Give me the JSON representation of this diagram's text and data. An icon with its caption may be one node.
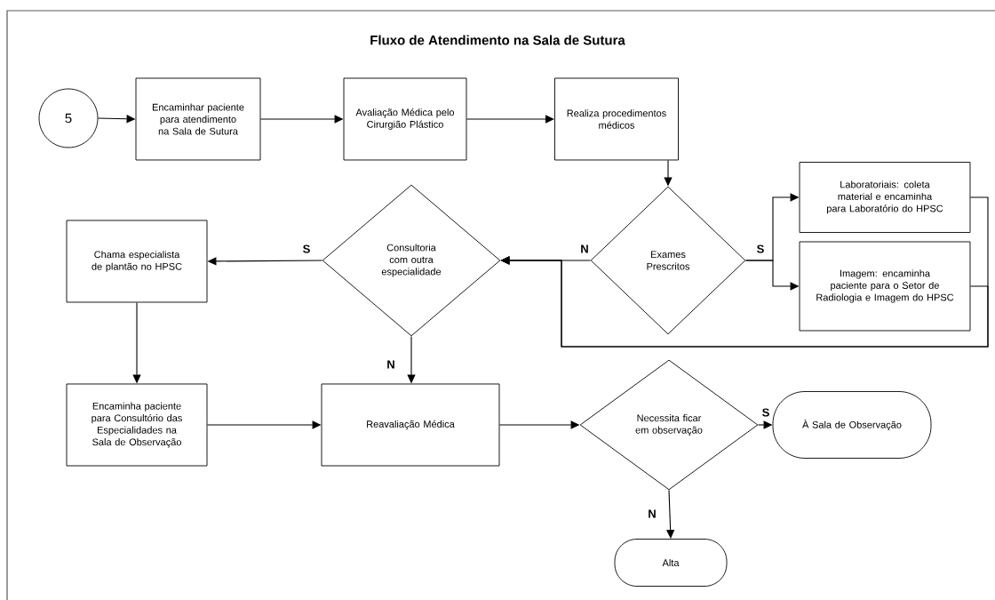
{
  "diagram": {
    "title": "Fluxo de Atendimento na Sala de Sutura",
    "nodes": [
      {
        "text": [
          "5"
        ]
      },
      {
        "text": [
          "Encaminhar paciente para atendimento na Sala de Sutura"
        ]
      },
      {
        "text": [
          "Avaliação Médica pelo Cirurgião Plástico"
        ]
      },
      {
        "text": [
          "Realiza procedimentos médicos"
        ]
      },
      {
        "text": [
          "Exames Prescritos"
        ]
      },
      {
        "text": [
          "Laboratoriais: coleta material e encaminha para Laboratório do HPSC"
        ]
      },
      {
        "text": [
          "Imagem: encaminha paciente para o Setor de Radiologia e Imagem do HPSC"
        ]
      },
      {
        "text": [
          "Consultoria com outra especialidade"
        ]
      },
      {
        "text": [
          "Chama especialista de plantão no HPSC"
        ]
      },
      {
        "text": [
          "Encaminha paciente para Consultório das Especialidades na Sala de Observação"
        ]
      },
      {
        "text": [
          "Reavaliação Médica"
        ]
      },
      {
        "text": [
          "Necessita ficar em observação"
        ]
      },
      {
        "text": [
          "À Sala de Observação"
        ]
      },
      {
        "text": [
          "Alta"
        ]
      }
    ],
    "edges": [
      {
        "from": 0,
        "to": 1,
        "arrow": "to"
      },
      {
        "from": 1,
        "to": 2,
        "arrow": "to"
      },
      {
        "from": 2,
        "to": 3,
        "arrow": "to"
      },
      {
        "from": 3,
        "to": 4,
        "arrow": "to"
      },
      {
        "from": 4,
        "to": 5,
        "arrow": "to",
        "label": "S"
      },
      {
        "from": 4,
        "to": 6,
        "arrow": "to"
      },
      {
        "from": 4,
        "to": 7,
        "arrow": "to",
        "label": "N"
      },
      {
        "from": 5,
        "to": 7,
        "arrow": "to"
      },
      {
        "from": 6,
        "to": 7,
        "arrow": "to"
      },
      {
        "from": 7,
        "to": 8,
        "arrow": "to",
        "label": "S"
      },
      {
        "from": 7,
        "to": 10,
        "arrow": "to",
        "label": "N"
      },
      {
        "from": 8,
        "to": 9,
        "arrow": "to"
      },
      {
        "from": 9,
        "to": 10,
        "arrow": "to"
      },
      {
        "from": 10,
        "to": 11,
        "arrow": "to"
      },
      {
        "from": 11,
        "to": 12,
        "arrow": "to",
        "label": "S"
      },
      {
        "from": 11,
        "to": 13,
        "arrow": "to",
        "label": "N"
      }
    ]
  }
}
